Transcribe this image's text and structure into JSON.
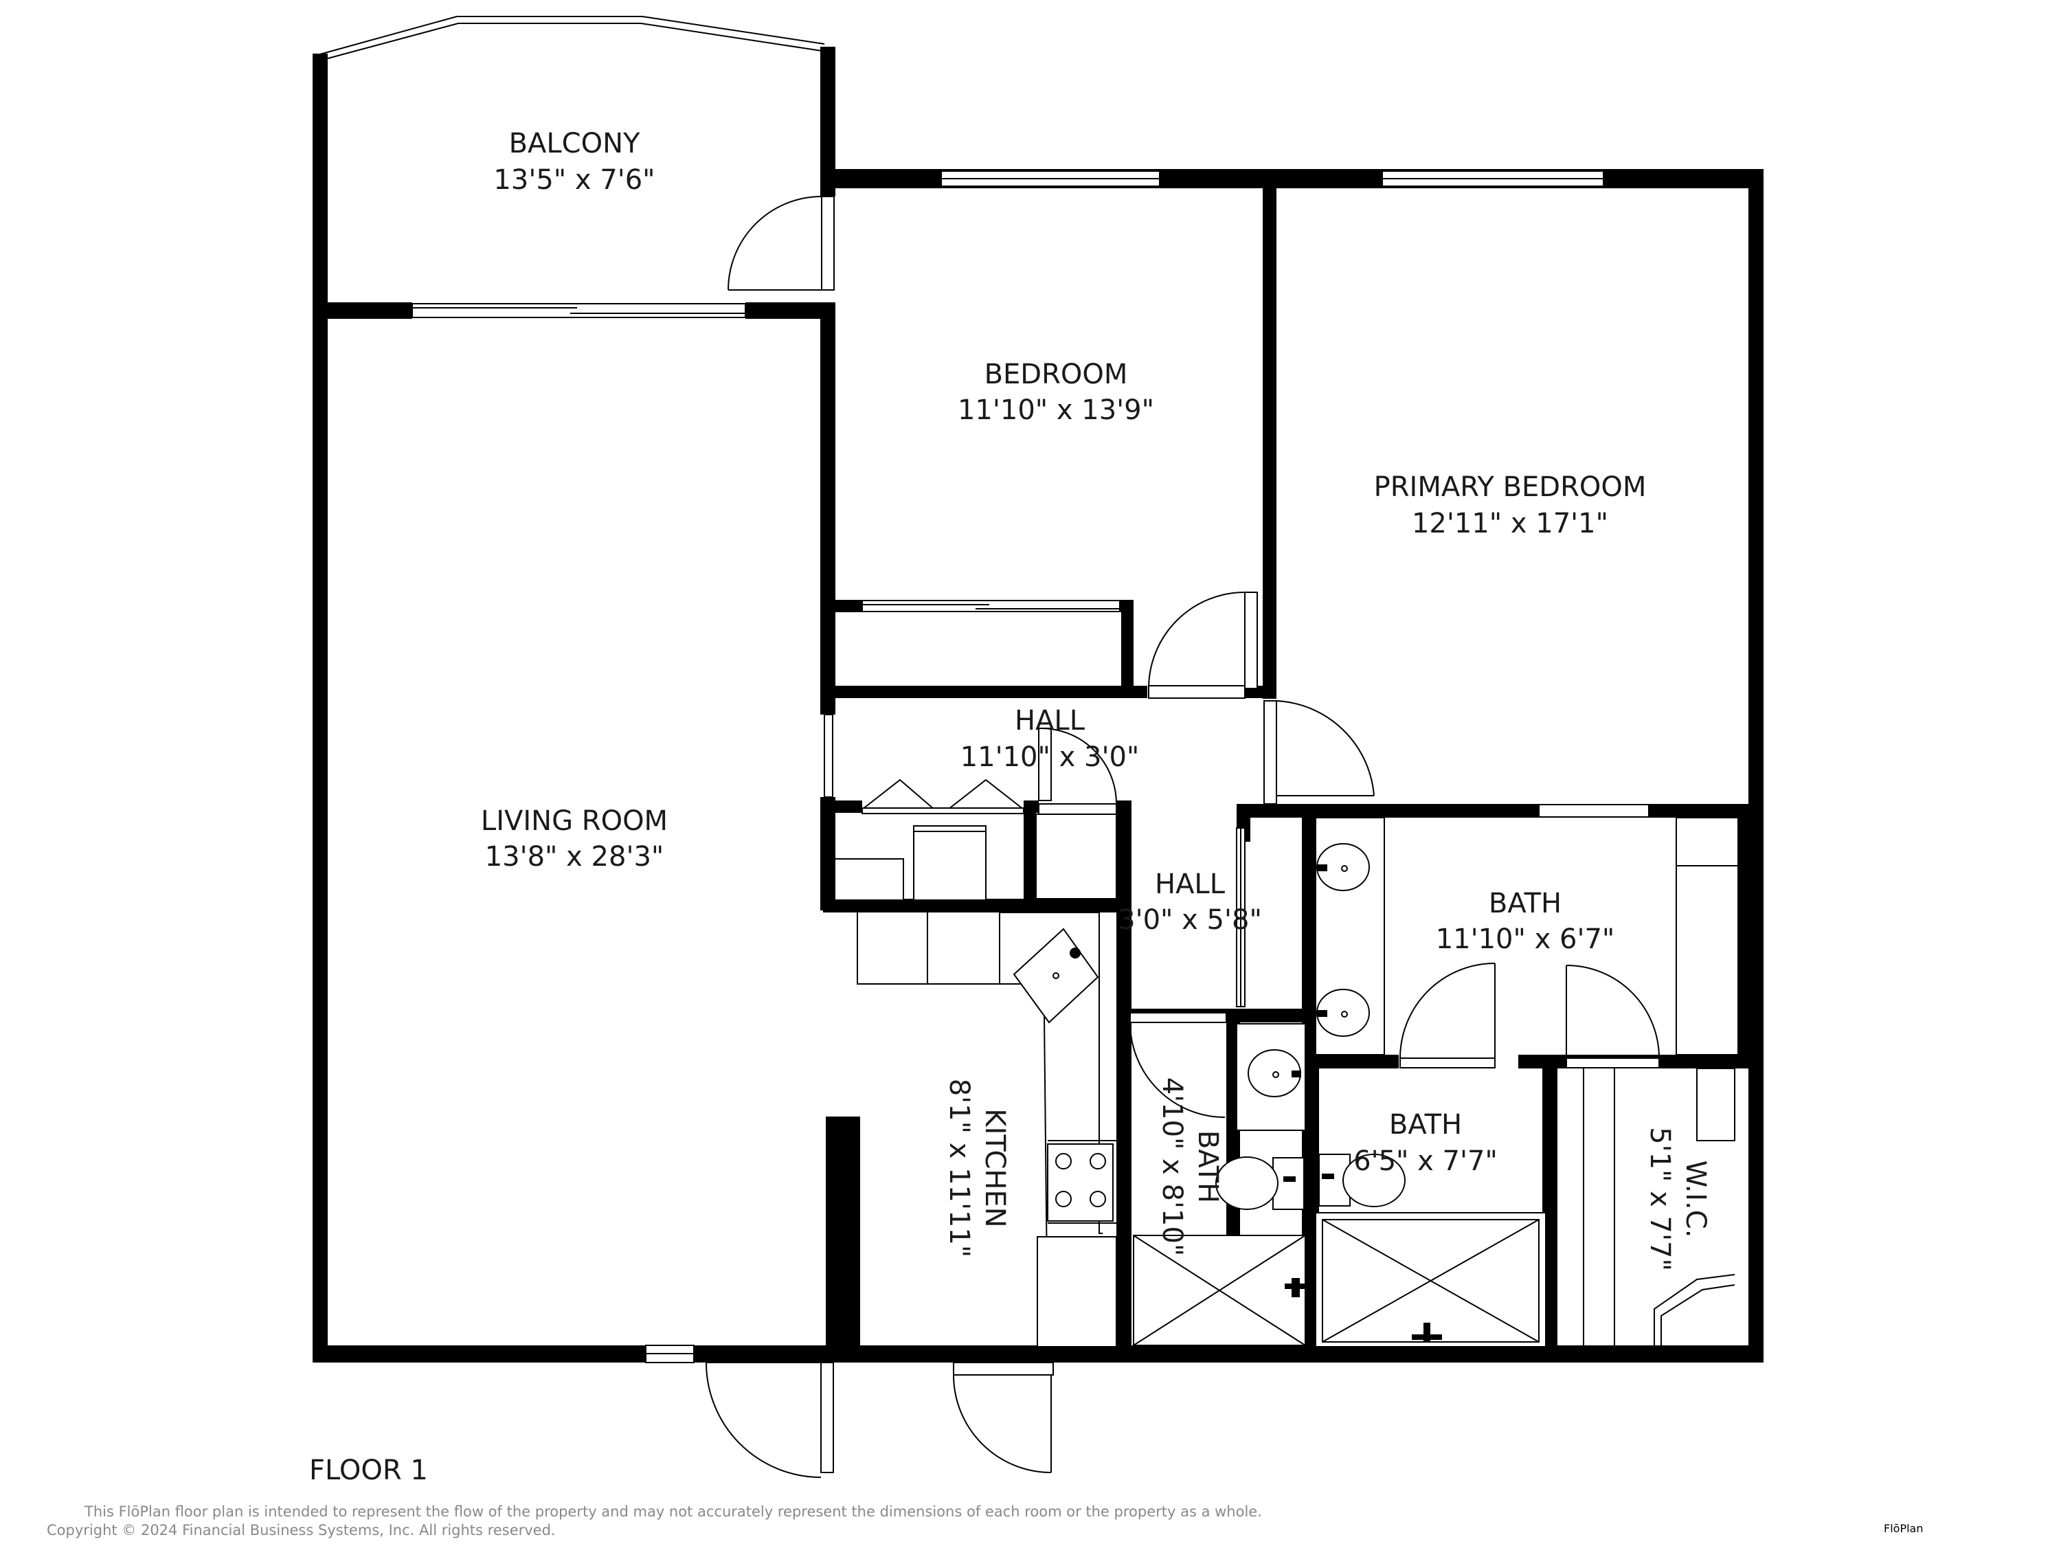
{
  "rooms": {
    "balcony": {
      "name": "BALCONY",
      "dims": "13'5\" x 7'6\""
    },
    "bedroom": {
      "name": "BEDROOM",
      "dims": "11'10\" x 13'9\""
    },
    "primary_bedroom": {
      "name": "PRIMARY BEDROOM",
      "dims": "12'11\" x 17'1\""
    },
    "hall_1": {
      "name": "HALL",
      "dims": "11'10\" x 3'0\""
    },
    "hall_2": {
      "name": "HALL",
      "dims": "3'0\" x 5'8\""
    },
    "living_room": {
      "name": "LIVING ROOM",
      "dims": "13'8\" x 28'3\""
    },
    "bath_1": {
      "name": "BATH",
      "dims": "11'10\" x 6'7\""
    },
    "bath_2": {
      "name": "BATH",
      "dims": "6'5\" x 7'7\""
    },
    "bath_3": {
      "name": "BATH",
      "dims": "4'10\" x 8'10\""
    },
    "kitchen": {
      "name": "KITCHEN",
      "dims": "8'1\" x 11'11\""
    },
    "wic": {
      "name": "W.I.C.",
      "dims": "5'1\" x 7'7\""
    }
  },
  "floor_label": "FLOOR 1",
  "disclaimer": {
    "line1": "This FlōPlan floor plan is intended to represent the flow of the property and may not accurately represent the dimensions of each room or the property as a whole.",
    "line2": "Copyright © 2024 Financial Business Systems, Inc. All rights reserved."
  },
  "logo": {
    "part1": "Flō",
    "part2": "Plan"
  },
  "colors": {
    "wall": "#000000",
    "logo_accent": "#5b2c84",
    "logo_gray": "#666666"
  },
  "icons": [
    "door-swing-icon",
    "window-icon",
    "sink-icon",
    "toilet-icon",
    "stove-icon",
    "shower-icon"
  ]
}
